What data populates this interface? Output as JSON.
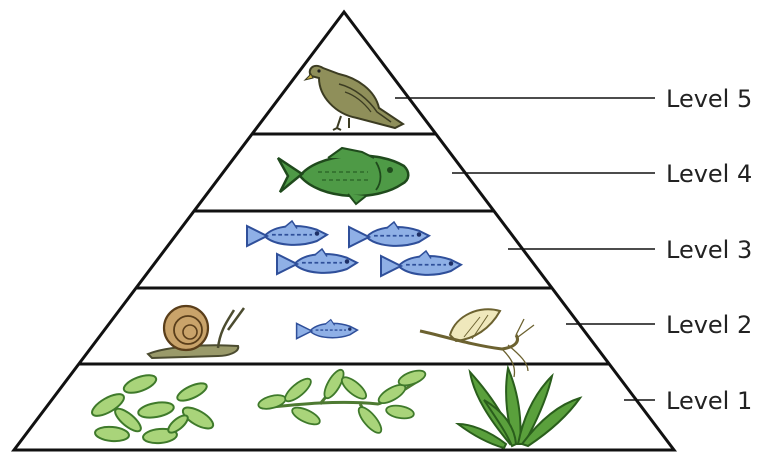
{
  "diagram": {
    "levels": [
      {
        "label": "Level 5",
        "organisms": [
          "bird-of-prey"
        ]
      },
      {
        "label": "Level 4",
        "organisms": [
          "large-fish"
        ]
      },
      {
        "label": "Level 3",
        "organisms": [
          "small-fish",
          "small-fish",
          "small-fish",
          "small-fish"
        ]
      },
      {
        "label": "Level 2",
        "organisms": [
          "snail",
          "small-fish",
          "mayfly"
        ]
      },
      {
        "label": "Level 1",
        "organisms": [
          "algae",
          "leafy-plant",
          "aquatic-plant"
        ]
      }
    ],
    "colors": {
      "outline": "#111111",
      "plant_green": "#8fc45a",
      "plant_dark": "#3f7a2b",
      "fish_blue": "#6f8fd0",
      "fish_dark": "#2f4f9a",
      "big_fish": "#4e9a46",
      "bird_olive": "#8a8a55",
      "snail_shell": "#c9a36a",
      "snail_body": "#9a9a6a",
      "mayfly": "#e8e2b8"
    }
  }
}
